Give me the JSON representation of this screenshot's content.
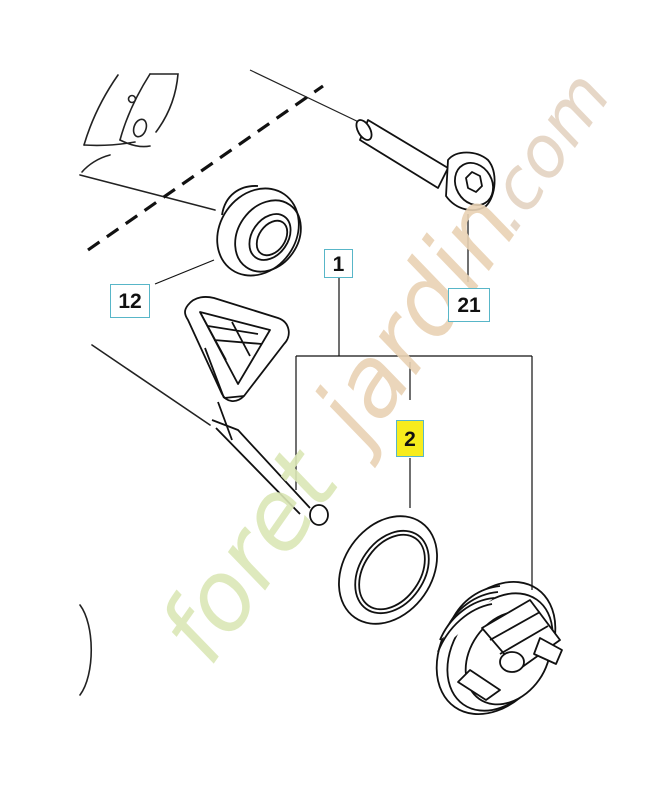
{
  "callouts": {
    "c1": "1",
    "c2": "2",
    "c12": "12",
    "c21": "21"
  },
  "highlight_color": "#f7ec1c",
  "callout_border_color": "#58b6c8",
  "watermark": {
    "text": "foretjardin.com",
    "colors": {
      "foret": "#dbe7b6",
      "jardin": "#e9d2b4",
      "dot": "#dcc9ae",
      "com": "#e4d3c2"
    }
  }
}
